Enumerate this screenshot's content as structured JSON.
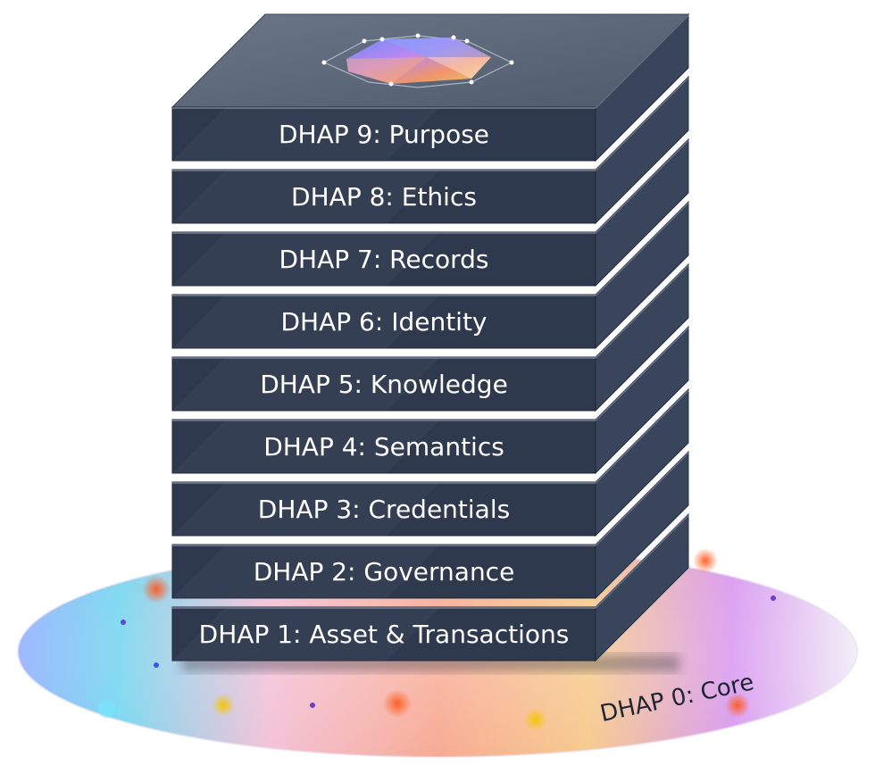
{
  "diagram": {
    "layers": [
      {
        "label": "DHAP 9: Purpose"
      },
      {
        "label": "DHAP 8: Ethics"
      },
      {
        "label": "DHAP 7: Records"
      },
      {
        "label": "DHAP 6: Identity"
      },
      {
        "label": "DHAP 5: Knowledge"
      },
      {
        "label": "DHAP 4: Semantics"
      },
      {
        "label": "DHAP 3: Credentials"
      },
      {
        "label": "DHAP 2: Governance"
      },
      {
        "label": "DHAP 1: Asset & Transactions"
      }
    ],
    "core_label": "DHAP 0: Core",
    "colors": {
      "layer_front": "#2e394d",
      "layer_side": "#39455a",
      "layer_top": "#5f6a7c",
      "label_text": "#ffffff",
      "core_text": "#1f2533"
    },
    "top_icon": "gem-icon",
    "base_icon": "gradient-disc"
  }
}
